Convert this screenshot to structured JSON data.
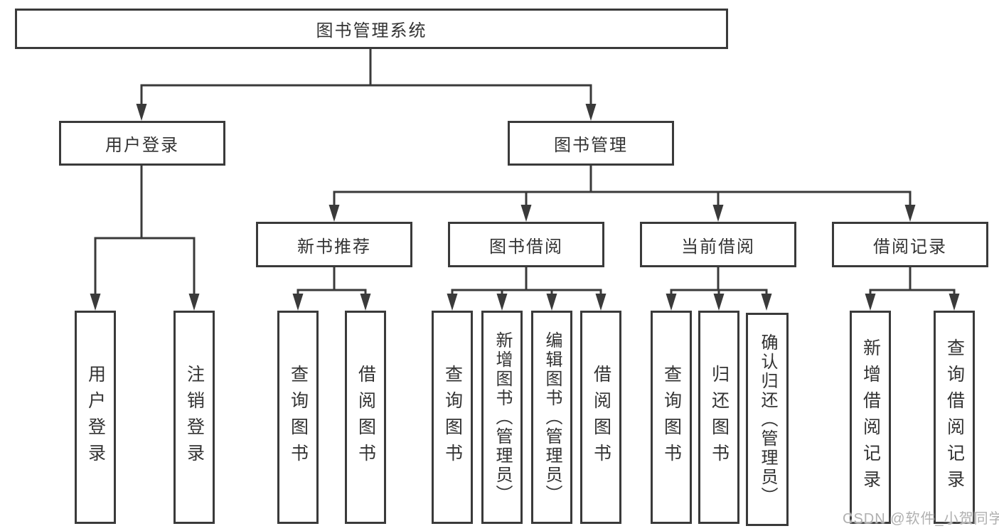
{
  "root": {
    "label": "图书管理系统"
  },
  "branches": {
    "user": {
      "label": "用户登录",
      "children": [
        "用户登录",
        "注销登录"
      ]
    },
    "books": {
      "label": "图书管理",
      "sections": [
        {
          "label": "新书推荐",
          "children": [
            "查询图书",
            "借阅图书"
          ]
        },
        {
          "label": "图书借阅",
          "children": [
            "查询图书",
            "新增图书（管理员）",
            "编辑图书（管理员）",
            "借阅图书"
          ]
        },
        {
          "label": "当前借阅",
          "children": [
            "查询图书",
            "归还图书",
            "确认归还（管理员）"
          ]
        },
        {
          "label": "借阅记录",
          "children": [
            "新增借阅记录",
            "查询借阅记录"
          ]
        }
      ]
    }
  },
  "watermark": {
    "text": "CSDN @软件_小贺同学"
  },
  "colors": {
    "line": "#3a3a3a",
    "box_border": "#3a3a3a",
    "text": "#333333",
    "watermark": "#b0b0b0",
    "background": "#ffffff"
  }
}
